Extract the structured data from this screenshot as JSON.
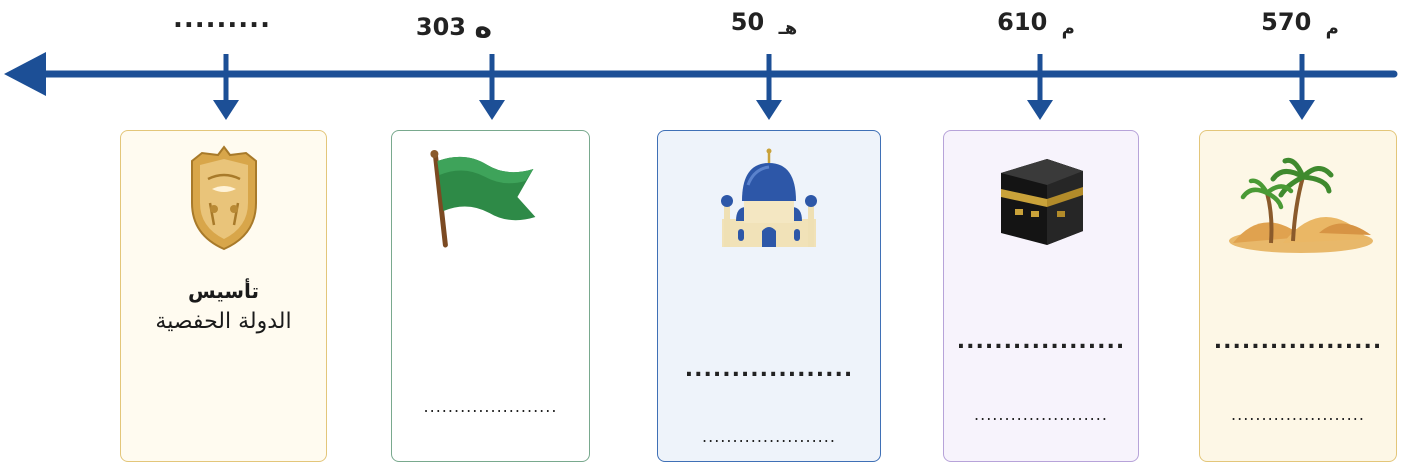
{
  "timeline": {
    "points": [
      {
        "label": "570",
        "unit": "م"
      },
      {
        "label": "610",
        "unit": "م"
      },
      {
        "label": "50",
        "unit": "هـ"
      },
      {
        "label": "303",
        "unit": "ه"
      },
      {
        "label": "........."
      }
    ],
    "cards": [
      {
        "icon": "desert-palm-icon",
        "line1": "..................",
        "line2": "......................"
      },
      {
        "icon": "kaaba-icon",
        "line1": "..................",
        "line2": "......................"
      },
      {
        "icon": "mosque-icon",
        "line1": "..................",
        "line2": "......................"
      },
      {
        "icon": "green-flag-icon",
        "line2": "......................"
      },
      {
        "icon": "coat-of-arms-icon",
        "title": "تأسيس",
        "subtitle": "الدولة الحفصية"
      }
    ]
  },
  "colors": {
    "line": "#1c4f96",
    "card_borders": [
      "#e3c67a",
      "#b7a3d9",
      "#3f70b6",
      "#79a98e",
      "#e3c67a"
    ],
    "card_fills": [
      "#fdf7e6",
      "#f7f3fc",
      "#eef3fa",
      "#ffffff",
      "#fffbf0"
    ]
  }
}
